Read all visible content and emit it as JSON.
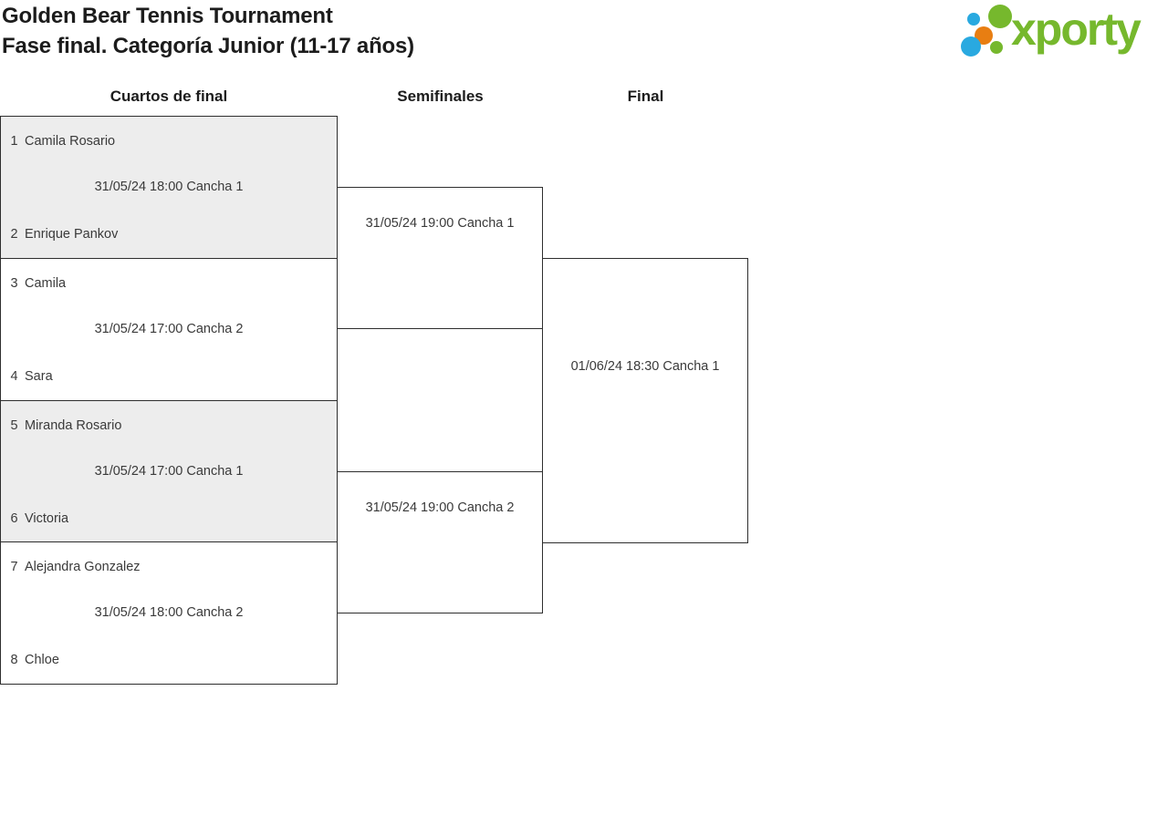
{
  "header": {
    "title_line1": "Golden Bear Tennis Tournament",
    "title_line2": "Fase final. Categoría Junior (11-17 años)"
  },
  "logo": {
    "text": "xporty",
    "colors": {
      "green": "#76b82d",
      "blue": "#29a9e0",
      "orange": "#e87e12"
    }
  },
  "rounds": [
    {
      "label": "Cuartos de final"
    },
    {
      "label": "Semifinales"
    },
    {
      "label": "Final"
    }
  ],
  "bracket": {
    "quarterfinals": [
      {
        "p1_seed": "1",
        "p1_name": "Camila Rosario",
        "schedule": "31/05/24 18:00 Cancha 1",
        "p2_seed": "2",
        "p2_name": "Enrique Pankov"
      },
      {
        "p1_seed": "3",
        "p1_name": "Camila",
        "schedule": "31/05/24 17:00 Cancha 2",
        "p2_seed": "4",
        "p2_name": "Sara"
      },
      {
        "p1_seed": "5",
        "p1_name": "Miranda Rosario",
        "schedule": "31/05/24 17:00 Cancha 1",
        "p2_seed": "6",
        "p2_name": "Victoria"
      },
      {
        "p1_seed": "7",
        "p1_name": "Alejandra Gonzalez",
        "schedule": "31/05/24 18:00 Cancha 2",
        "p2_seed": "8",
        "p2_name": "Chloe"
      }
    ],
    "semifinals": [
      {
        "schedule": "31/05/24 19:00 Cancha 1"
      },
      {
        "schedule": "31/05/24 19:00 Cancha 2"
      }
    ],
    "final": {
      "schedule": "01/06/24 18:30 Cancha 1"
    }
  },
  "colors": {
    "border": "#2e2e2e",
    "match_alt_fill": "#ededed",
    "text": "#3a3a3a",
    "title_text": "#1c1c1c"
  }
}
